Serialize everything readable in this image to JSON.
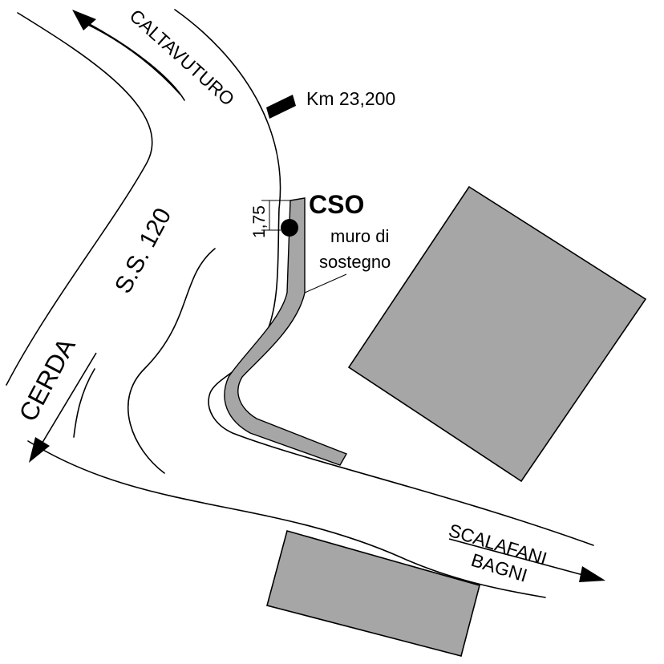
{
  "map": {
    "road_name": "S.S. 120",
    "destinations": {
      "caltavuturo": "CALTAVUTURO",
      "cerda": "CERDA",
      "scalafani": "SCALAFANI",
      "bagni": "BAGNI"
    },
    "km_marker": "Km 23,200",
    "station": "CSO",
    "distance": "1,75",
    "wall_label_line1": "muro di",
    "wall_label_line2": "sostegno"
  },
  "colors": {
    "building_fill": "#a6a6a6",
    "wall_fill": "#a6a6a6",
    "line": "#000000"
  }
}
